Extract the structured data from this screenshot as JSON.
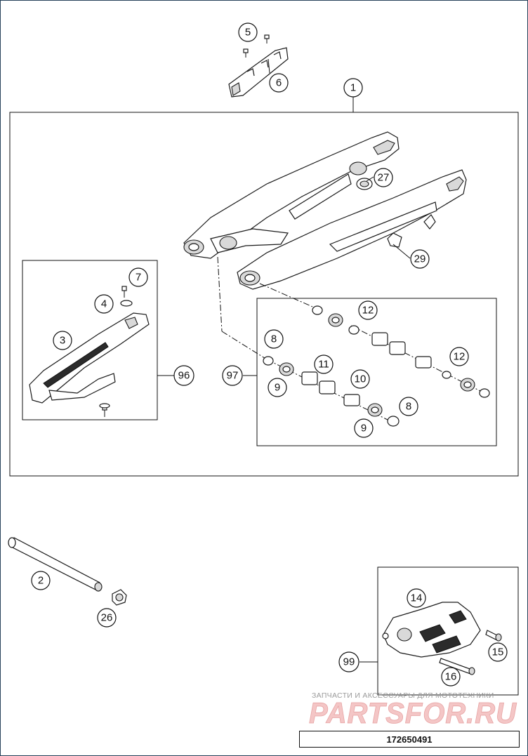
{
  "callouts": {
    "c1": "1",
    "c2": "2",
    "c3": "3",
    "c4": "4",
    "c5": "5",
    "c6": "6",
    "c7": "7",
    "c8a": "8",
    "c8b": "8",
    "c9a": "9",
    "c9b": "9",
    "c10": "10",
    "c11": "11",
    "c12a": "12",
    "c12b": "12",
    "c14": "14",
    "c15": "15",
    "c16": "16",
    "c26": "26",
    "c27": "27",
    "c29": "29",
    "c96": "96",
    "c97": "97",
    "c99": "99"
  },
  "watermark": {
    "subtitle": "ЗАПЧАСТИ И АКСЕССУАРЫ ДЛЯ МОТОТЕХНИКИ",
    "brand": "PARTSFOR.RU"
  },
  "document_number": "172650491"
}
